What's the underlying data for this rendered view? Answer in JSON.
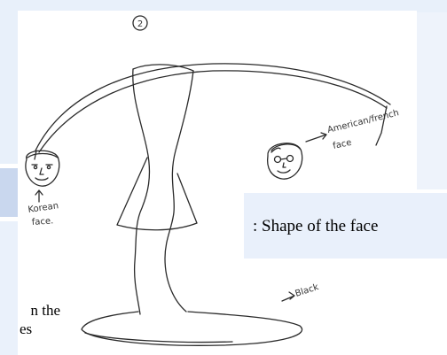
{
  "sketch": {
    "page_number": "2",
    "left_face_label_line1": "Korean",
    "left_face_label_line2": "face.",
    "right_face_label_line1": "American/french",
    "right_face_label_line2": "face",
    "base_label": "Black"
  },
  "callout": {
    "shape_text": ": Shape of the face"
  },
  "cropped_text": {
    "line1": "n the",
    "line2": "es"
  }
}
